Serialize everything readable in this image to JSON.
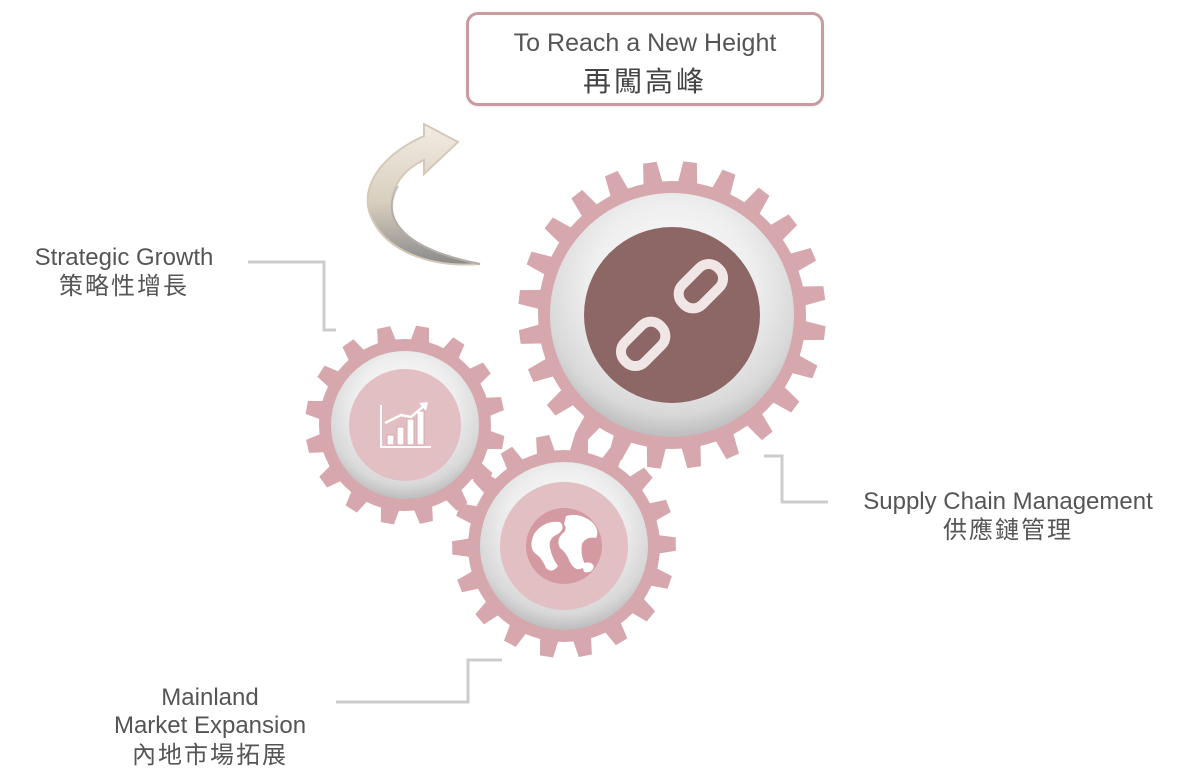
{
  "title": {
    "en": "To Reach a New Height",
    "zh": "再闖高峰"
  },
  "labels": {
    "growth": {
      "en": "Strategic Growth",
      "zh": "策略性增長"
    },
    "supply": {
      "en": "Supply Chain Management",
      "zh": "供應鏈管理"
    },
    "market": {
      "en1": "Mainland",
      "en2": "Market Expansion",
      "zh": "內地市場拓展"
    }
  },
  "colors": {
    "gear": "#d6a8ae",
    "gear_inner": "#e2bfc3",
    "hub_dark": "#8d6666",
    "connector": "#cccccc",
    "arrow_top": "#ddd2c2",
    "arrow_bottom": "#888888",
    "text": "#555555"
  },
  "icons": {
    "growth_gear": "bar-chart-icon",
    "supply_gear": "chain-link-icon",
    "market_gear": "globe-icon",
    "arrow": "curved-arrow-icon"
  }
}
